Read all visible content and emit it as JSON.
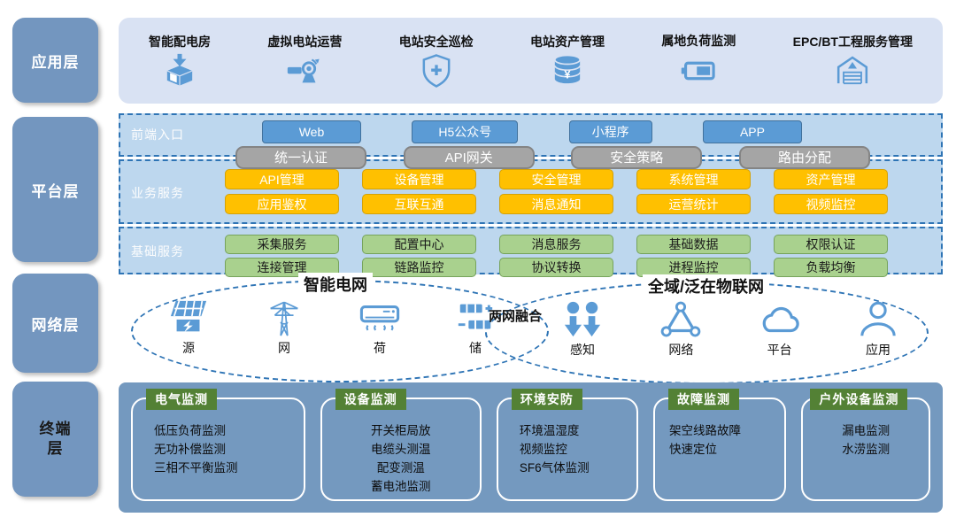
{
  "rail": {
    "app": "应用层",
    "platform": "平台层",
    "network": "网络层",
    "terminal": "终端层"
  },
  "app_layer": {
    "items": [
      {
        "label": "智能配电房",
        "icon": "box-receive-icon"
      },
      {
        "label": "虚拟电站运营",
        "icon": "operation-tool-icon"
      },
      {
        "label": "电站安全巡检",
        "icon": "shield-plus-icon"
      },
      {
        "label": "电站资产管理",
        "icon": "database-yen-icon"
      },
      {
        "label": "属地负荷监测",
        "icon": "battery-icon"
      },
      {
        "label": "EPC/BT工程服务管理",
        "icon": "warehouse-icon"
      }
    ]
  },
  "platform_layer": {
    "frontend": {
      "label": "前端入口",
      "entries": [
        "Web",
        "H5公众号",
        "小程序",
        "APP"
      ],
      "gateways": [
        "统一认证",
        "API网关",
        "安全策略",
        "路由分配"
      ]
    },
    "business": {
      "label": "业务服务",
      "row1": [
        "API管理",
        "设备管理",
        "安全管理",
        "系统管理",
        "资产管理"
      ],
      "row2": [
        "应用鉴权",
        "互联互通",
        "消息通知",
        "运营统计",
        "视频监控"
      ]
    },
    "base": {
      "label": "基础服务",
      "row1": [
        "采集服务",
        "配置中心",
        "消息服务",
        "基础数据",
        "权限认证"
      ],
      "row2": [
        "连接管理",
        "链路监控",
        "协议转换",
        "进程监控",
        "负载均衡"
      ]
    }
  },
  "network_layer": {
    "left": {
      "title": "智能电网",
      "nodes": [
        {
          "label": "源",
          "icon": "solar-panel-icon"
        },
        {
          "label": "网",
          "icon": "power-tower-icon"
        },
        {
          "label": "荷",
          "icon": "air-conditioner-icon"
        },
        {
          "label": "储",
          "icon": "storage-battery-icon"
        }
      ]
    },
    "center_label": "两网融合",
    "right": {
      "title": "全域/泛在物联网",
      "nodes": [
        {
          "label": "感知",
          "icon": "sensor-pins-icon"
        },
        {
          "label": "网络",
          "icon": "node-network-icon"
        },
        {
          "label": "平台",
          "icon": "cloud-icon"
        },
        {
          "label": "应用",
          "icon": "user-icon"
        }
      ]
    }
  },
  "terminal_layer": {
    "cards": [
      {
        "title": "电气监测",
        "items": [
          "低压负荷监测",
          "无功补偿监测",
          "三相不平衡监测"
        ]
      },
      {
        "title": "设备监测",
        "items": [
          "开关柜局放",
          "电缆头测温",
          "配变测温",
          "蓄电池监测"
        ]
      },
      {
        "title": "环境安防",
        "items": [
          "环境温湿度",
          "视频监控",
          "SF6气体监测"
        ]
      },
      {
        "title": "故障监测",
        "items": [
          "架空线路故障",
          "快速定位"
        ]
      },
      {
        "title": "户外设备监测",
        "items": [
          "漏电监测",
          "水涝监测"
        ]
      }
    ]
  },
  "colors": {
    "accent_blue": "#5b9bd5",
    "rail_blue": "#7396bf",
    "app_bg": "#d9e2f3",
    "platform_bg": "#bdd7ee",
    "border_blue": "#2e74b5",
    "orange": "#ffc000",
    "green": "#a9d18e",
    "gray": "#a5a5a5",
    "terminal_bg": "#7499bf",
    "header_green": "#538135"
  }
}
